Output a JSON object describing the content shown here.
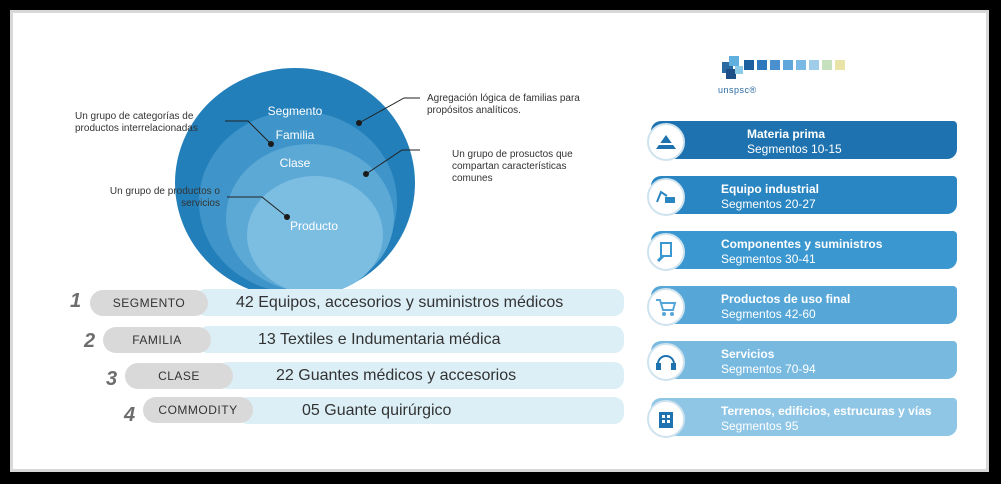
{
  "diagram": {
    "circles": {
      "segmento": "Segmento",
      "familia": "Familia",
      "clase": "Clase",
      "producto": "Producto"
    },
    "annotations": {
      "segmento_desc": "Agregación lógica de familias para propósitos analíticos.",
      "familia_desc": "Un grupo de categorías de productos interrelacionadas",
      "clase_desc": "Un grupo de prosuctos que compartan características comunes",
      "producto_desc": "Un grupo de productos o servicios"
    }
  },
  "hierarchy_rows": [
    {
      "num": "1",
      "tag": "SEGMENTO",
      "text": "42 Equipos, accesorios y suministros médicos"
    },
    {
      "num": "2",
      "tag": "FAMILIA",
      "text": "13 Textiles e Indumentaria médica"
    },
    {
      "num": "3",
      "tag": "CLASE",
      "text": "22 Guantes médicos y accesorios"
    },
    {
      "num": "4",
      "tag": "COMMODITY",
      "text": "05 Guante quirúrgico"
    }
  ],
  "logo": {
    "text": "unspsc®"
  },
  "categories": [
    {
      "title": "Materia prima",
      "sub": "Segmentos 10-15",
      "icon": "pyramid-icon",
      "color": "#1e72b0"
    },
    {
      "title": "Equipo industrial",
      "sub": "Segmentos 20-27",
      "icon": "excavator-icon",
      "color": "#2a86c2"
    },
    {
      "title": "Componentes y suministros",
      "sub": "Segmentos 30-41",
      "icon": "magnifier-icon",
      "color": "#3b97cf"
    },
    {
      "title": "Productos de uso final",
      "sub": "Segmentos 42-60",
      "icon": "cart-icon",
      "color": "#56a7d8"
    },
    {
      "title": "Servicios",
      "sub": "Segmentos 70-94",
      "icon": "headset-icon",
      "color": "#78b9e0"
    },
    {
      "title": "Terrenos, edificios, estrucuras y vías",
      "sub": "Segmentos 95",
      "icon": "building-icon",
      "color": "#8fc6e6"
    }
  ]
}
